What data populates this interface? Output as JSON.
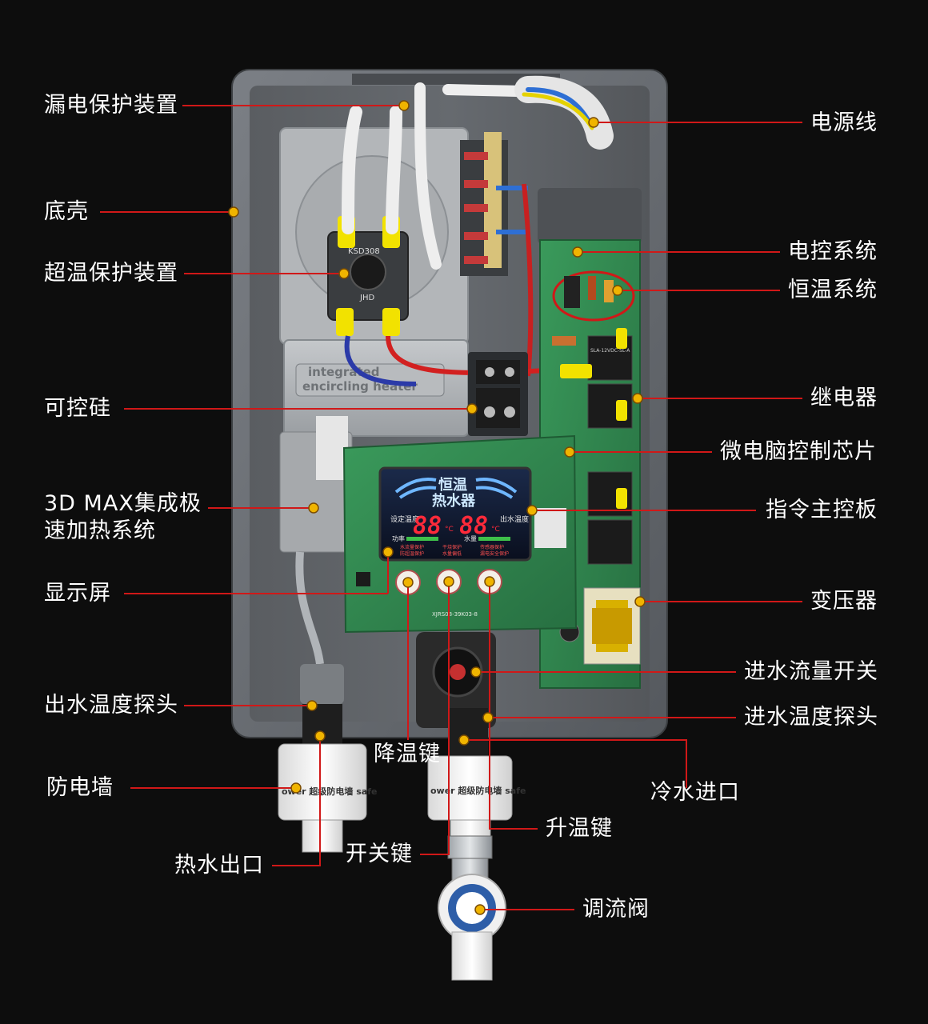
{
  "labels": {
    "leakage_protection": "漏电保护装置",
    "power_cord": "电源线",
    "base_shell": "底壳",
    "electric_control": "电控系统",
    "overheat_protection": "超温保护装置",
    "thermostat_system": "恒温系统",
    "relay": "继电器",
    "thyristor": "可控硅",
    "mcu_chip": "微电脑控制芯片",
    "heater_line1": "3D MAX集成极",
    "heater_line2": "速加热系统",
    "main_board": "指令主控板",
    "display": "显示屏",
    "transformer": "变压器",
    "flow_switch": "进水流量开关",
    "outlet_temp_probe": "出水温度探头",
    "inlet_temp_probe": "进水温度探头",
    "temp_down_key": "降温键",
    "cold_water_inlet": "冷水进口",
    "anti_shock_wall": "防电墙",
    "temp_up_key": "升温键",
    "power_key": "开关键",
    "hot_water_outlet": "热水出口",
    "flow_valve": "调流阀"
  },
  "device": {
    "heater_cover_line1": "integrated",
    "heater_cover_line2": "encircling heater",
    "thermostat_model": "KSD308",
    "thermostat_brand": "JHD",
    "screen_title_line1": "恒温",
    "screen_title_line2": "热水器",
    "set_temp_label": "设定\n温度",
    "outlet_temp_label": "出水\n温度",
    "set_temp_value": "88",
    "outlet_temp_value": "88",
    "temp_unit": "°C",
    "power_label": "功率",
    "water_label": "水量",
    "warn_1": "水流量保护",
    "warn_2": "干烧保护",
    "warn_3": "传感器保护",
    "warn_4": "防超温保护",
    "warn_5": "水量偏低",
    "warn_6": "漏电安全保护",
    "board_model": "XJRS08-39K03-8",
    "wall_text": "ower 超级防电墙 safe",
    "wall_text_right": "ower 超级防电墙 safe",
    "relay_text": "SLA-12VDC-SL-A"
  },
  "colors": {
    "background": "#0d0d0d",
    "leader_line": "#d01818",
    "marker_fill": "#f0b400",
    "label_text": "#ffffff",
    "housing": "#6b6f74",
    "pcb_green": "#2f8a4e",
    "lcd_bg": "#101828",
    "lcd_digits": "#ff2a3a",
    "lcd_title": "#8fd0ff"
  }
}
